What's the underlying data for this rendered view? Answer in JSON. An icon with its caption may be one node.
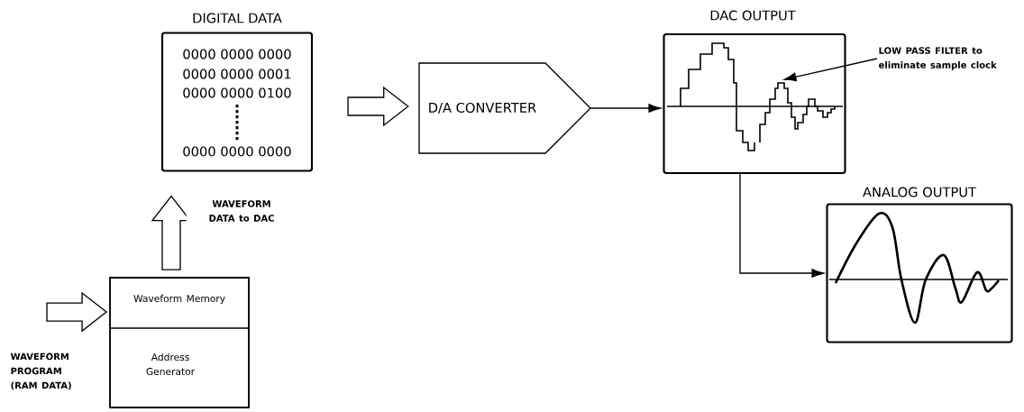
{
  "diagram": {
    "nodes": [
      {
        "text": [
          "DIGITAL DATA",
          "0000 0000 0000",
          "0000 0000 0001",
          "0000 0000 0100",
          "0000 0000 0000"
        ]
      },
      {
        "text": [
          "D/A CONVERTER"
        ]
      },
      {
        "text": [
          "DAC OUTPUT"
        ]
      },
      {
        "text": [
          "ANALOG OUTPUT"
        ]
      },
      {
        "text": [
          "Waveform Memory",
          "Address Generator"
        ]
      },
      {
        "text": [
          "WAVEFORM PROGRAM (RAM DATA)"
        ]
      },
      {
        "text": [
          "LOW PASS FILTER to eliminate sample clock"
        ]
      },
      {
        "text": [],
        "shape": "picture",
        "in": 2
      }
    ],
    "edges": [
      {
        "from": 5,
        "to": 4,
        "arrow": "to",
        "style": "thick"
      },
      {
        "from": 4,
        "to": 0,
        "arrow": "to",
        "style": "thick",
        "label": "WAVEFORM DATA to DAC"
      },
      {
        "from": 0,
        "to": 1,
        "arrow": "to",
        "style": "thick"
      },
      {
        "from": 1,
        "to": 2,
        "arrow": "to"
      },
      {
        "from": 2,
        "to": 3,
        "arrow": "to"
      },
      {
        "from": 6,
        "to": 7,
        "arrow": "to"
      }
    ]
  }
}
